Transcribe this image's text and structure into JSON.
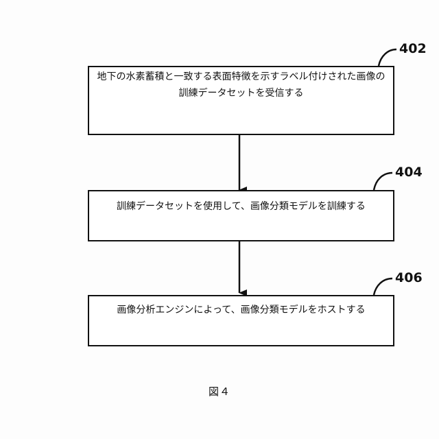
{
  "diagram": {
    "steps": [
      {
        "ref": "402",
        "text": "地下の水素蓄積と一致する表面特徴を示すラベル付けされた画像の訓練データセットを受信する"
      },
      {
        "ref": "404",
        "text": "訓練データセットを使用して、画像分類モデルを訓練する"
      },
      {
        "ref": "406",
        "text": "画像分析エンジンによって、画像分類モデルをホストする"
      }
    ],
    "figure_label": "図４"
  }
}
